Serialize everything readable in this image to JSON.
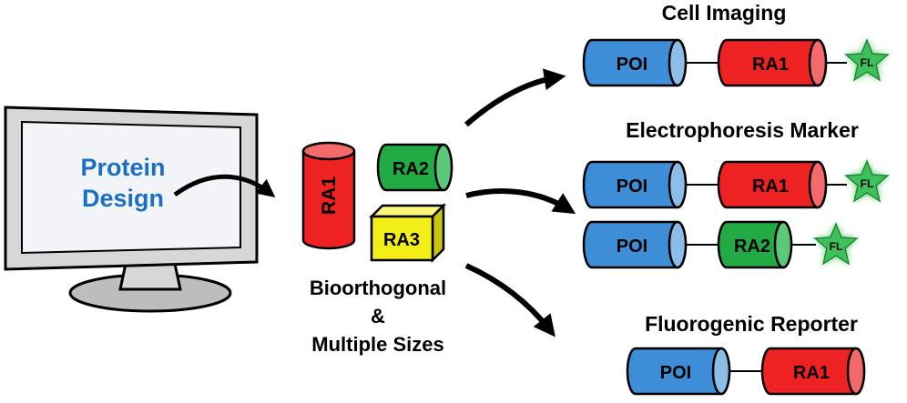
{
  "monitor": {
    "line1": "Protein",
    "line2": "Design",
    "text_color": "#1a6fc4",
    "screen_color": "#f2f4f7",
    "bezel_color": "#d7d7d7"
  },
  "tags": {
    "ra1": {
      "label": "RA1",
      "color": "#ee2222"
    },
    "ra2": {
      "label": "RA2",
      "color": "#22aa44"
    },
    "ra3": {
      "label": "RA3",
      "color": "#f2ee1a"
    }
  },
  "center_caption": {
    "line1": "Bioorthogonal",
    "line2": "&",
    "line3": "Multiple Sizes"
  },
  "applications": {
    "cell_imaging": "Cell Imaging",
    "electrophoresis": "Electrophoresis Marker",
    "fluorogenic": "Fluorogenic Reporter"
  },
  "constructs": {
    "poi_label": "POI",
    "poi_color": "#3d8ed6",
    "fl_label": "FL",
    "fl_color": "#3fc05a"
  }
}
